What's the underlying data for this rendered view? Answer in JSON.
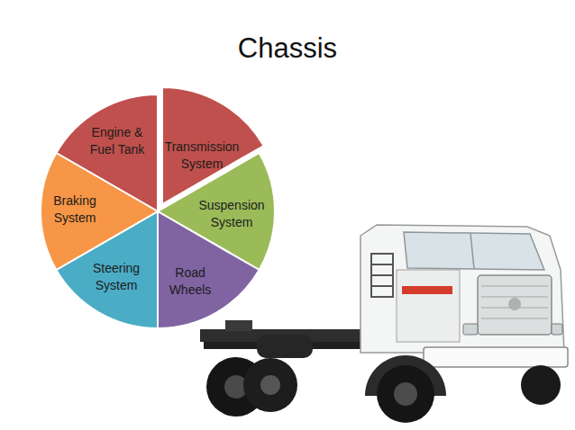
{
  "diagram": {
    "title": "Chassis",
    "nodes": [
      {
        "text": [
          "Engine & Fuel Tank"
        ]
      },
      {
        "text": [
          "Transmission System"
        ]
      },
      {
        "text": [
          "Suspension System"
        ]
      },
      {
        "text": [
          "Road Wheels"
        ]
      },
      {
        "text": [
          "Steering System"
        ]
      },
      {
        "text": [
          "Braking System"
        ]
      }
    ]
  }
}
